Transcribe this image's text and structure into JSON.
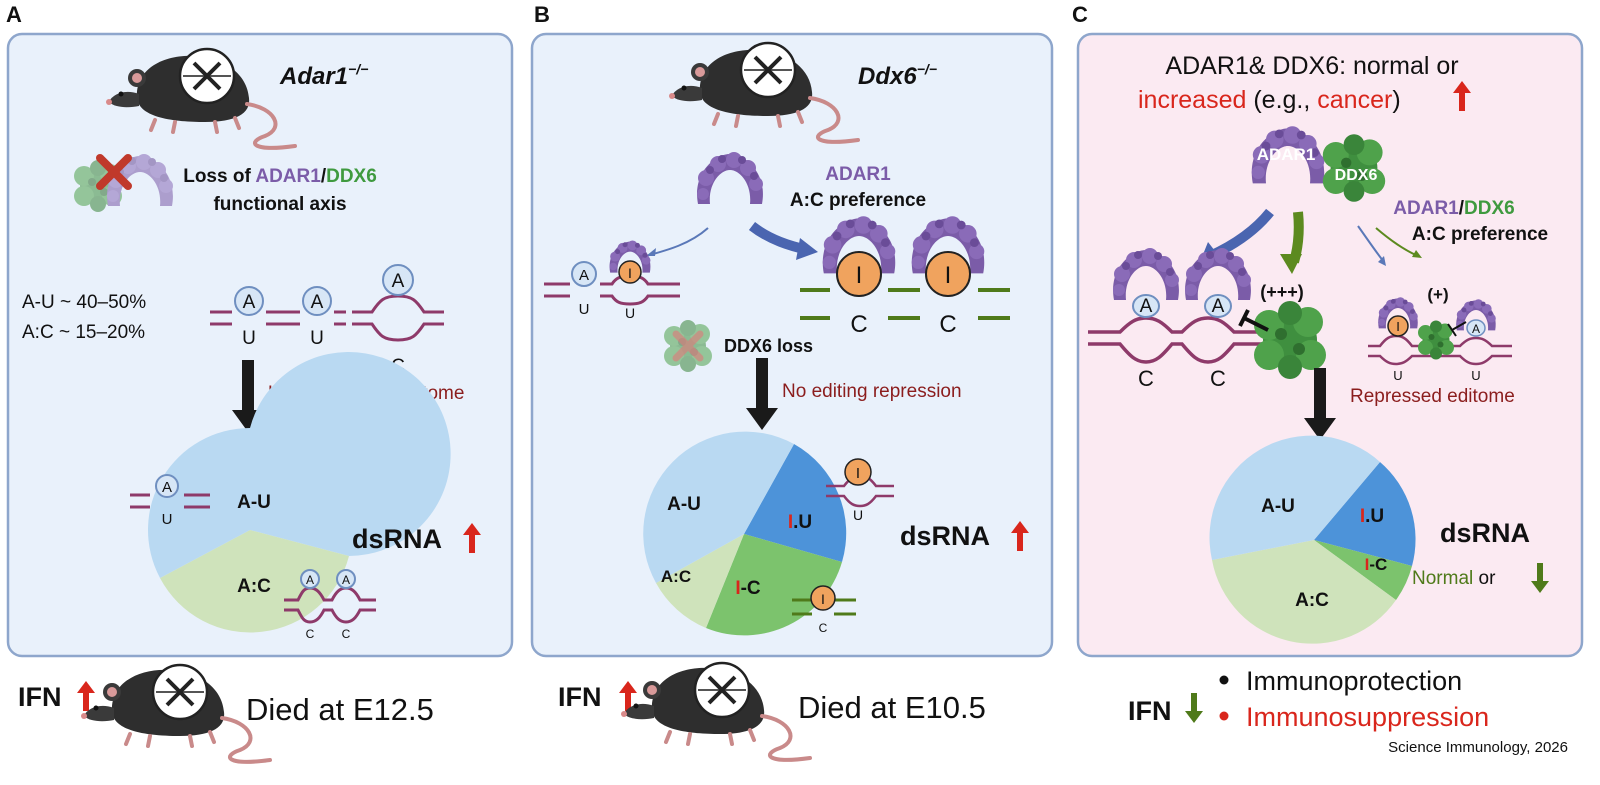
{
  "panels": {
    "a": {
      "letter": "A",
      "gene": "Adar1",
      "gene_sup": "−/−",
      "loss_prefix": "Loss of ",
      "loss_adar1": "ADAR1",
      "loss_slash": "/",
      "loss_ddx6": "DDX6",
      "loss_line2": "functional axis",
      "au_pct": "A-U ~ 40–50%",
      "ac_pct": "A:C ~ 15–20%",
      "base_a": "A",
      "base_u": "U",
      "base_c": "C",
      "arrow_label": "Unedited transcriptome",
      "pie_labels": [
        "A-U",
        "A:C"
      ],
      "dsrna": "dsRNA",
      "dsrna_trend": "up",
      "ifn": "IFN",
      "ifn_trend": "up",
      "outcome": "Died at E12.5"
    },
    "b": {
      "letter": "B",
      "gene": "Ddx6",
      "gene_sup": "−/−",
      "adar1": "ADAR1",
      "preference": "A:C preference",
      "ddx6_loss": "DDX6 loss",
      "arrow_label": "No editing repression",
      "base_a": "A",
      "base_u": "U",
      "base_c": "C",
      "base_i": "I",
      "pie_labels": [
        "A-U",
        "I.U",
        "I-C",
        "A:C"
      ],
      "dsrna": "dsRNA",
      "dsrna_trend": "up",
      "ifn": "IFN",
      "ifn_trend": "up",
      "outcome": "Died at E10.5"
    },
    "c": {
      "letter": "C",
      "title_line1": "ADAR1& DDX6: normal or",
      "title_increased": "increased",
      "title_eg": " (e.g., ",
      "title_cancer": "cancer",
      "title_close": ")",
      "adar1": "ADAR1",
      "ddx6": "DDX6",
      "pref_adar1": "ADAR1",
      "pref_slash": "/",
      "pref_ddx6": "DDX6",
      "preference": "A:C preference",
      "strong": "(+++)",
      "weak": "(+)",
      "arrow_label": "Repressed editome",
      "base_a": "A",
      "base_u": "U",
      "base_c": "C",
      "base_i": "I",
      "pie_labels": [
        "A-U",
        "I.U",
        "I-C",
        "A:C"
      ],
      "dsrna": "dsRNA",
      "normal": "Normal",
      "or": " or",
      "ifn": "IFN",
      "ifn_trend": "down",
      "outcome_1": "Immunoprotection",
      "outcome_2": "Immunosuppression"
    }
  },
  "credit": "Science Immunology, 2026",
  "colors": {
    "panel_ab_bg": "#e9f1fb",
    "panel_c_bg": "#fbeaf2",
    "panel_border": "#8ea6cc",
    "adar1": "#7b5ca8",
    "ddx6": "#3f9a3f",
    "rna": "#8e3a6a",
    "red": "#d9261c",
    "dark_red": "#8b1d1d",
    "green": "#4f7a1a",
    "au_light": "#b9d9f2",
    "ac_light": "#cfe3bb",
    "iu_blue": "#4d93d9",
    "ic_green": "#7cc36d",
    "inosine": "#f0a35e"
  },
  "icons": [
    "mouse-icon",
    "knockout-icon",
    "red-x-icon",
    "up-arrow-icon",
    "down-arrow-icon",
    "adar1-protein-icon",
    "ddx6-protein-icon"
  ]
}
